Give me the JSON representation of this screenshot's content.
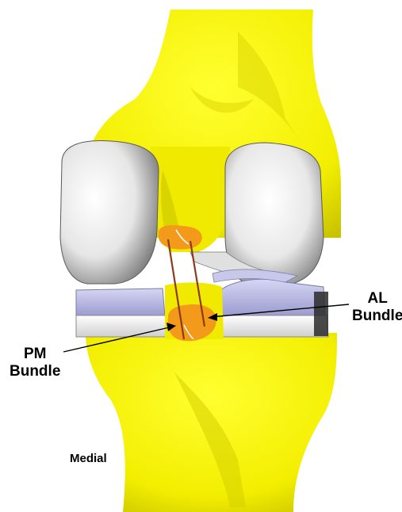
{
  "labels": {
    "al_bundle": {
      "line1": "AL",
      "line2": "Bundle"
    },
    "pm_bundle": {
      "line1": "PM",
      "line2": "Bundle"
    },
    "medial": "Medial"
  },
  "colors": {
    "bone": "#f7f200",
    "bone_shadow": "#c9c400",
    "condyle_implant": "#ececec",
    "tibial_insert": "#b8b8e6",
    "tibial_tray": "#efefef",
    "bundle_footprint": "#f49a1a",
    "graft": "#8b3a1a",
    "leader_line": "#000000"
  }
}
